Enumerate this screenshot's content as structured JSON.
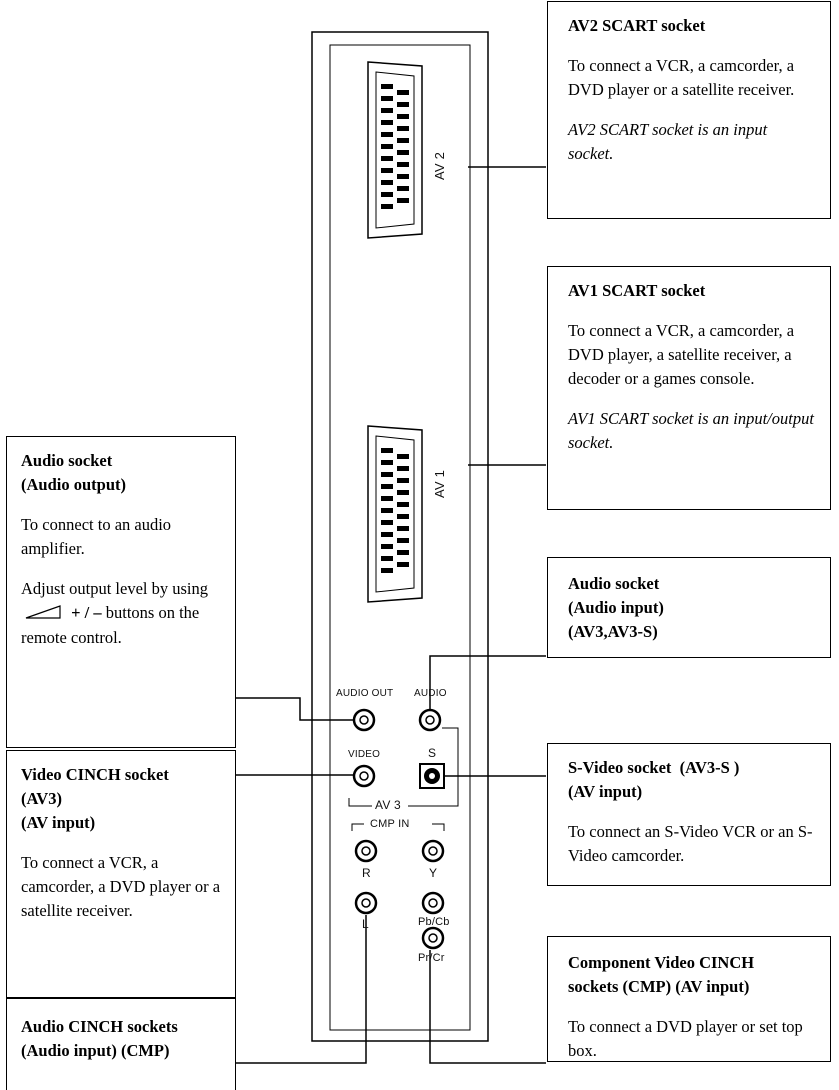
{
  "panel": {
    "av2_label": "AV 2",
    "av1_label": "AV 1",
    "audio_out_label": "AUDIO OUT",
    "audio_label": "AUDIO",
    "video_label": "VIDEO",
    "s_label": "S",
    "av3_label": "AV 3",
    "cmp_in_label": "CMP IN",
    "r_label": "R",
    "l_label": "L",
    "y_label": "Y",
    "pbcb_label": "Pb/Cb",
    "prcr_label": "Pr/Cr"
  },
  "callouts": {
    "av2": {
      "title": "AV2 SCART socket",
      "body": "To connect a VCR, a camcorder, a DVD player or a satellite receiver.",
      "note": "AV2 SCART socket is an input socket."
    },
    "av1": {
      "title": "AV1 SCART socket",
      "body": "To connect a VCR, a camcorder, a DVD player, a satellite receiver, a decoder or a games console.",
      "note": "AV1 SCART socket is an input/output socket."
    },
    "audio_out": {
      "title1": "Audio socket",
      "title2": "(Audio output)",
      "body": "To connect to an audio amplifier.",
      "adjust_pre": "Adjust output level by using",
      "adjust_keys": "+ / –",
      "adjust_post": "buttons on the remote control."
    },
    "audio_in": {
      "title1": "Audio socket",
      "title2": "(Audio input)",
      "title3": "(AV3,AV3-S)"
    },
    "svideo": {
      "title1": "S-Video socket  (AV3-S )",
      "title2": "(AV input)",
      "body": "To connect an S-Video VCR or an S-Video camcorder."
    },
    "video_cinch": {
      "title1": "Video CINCH socket",
      "title2": "(AV3)",
      "title3": "(AV input)",
      "body": "To connect a VCR, a camcorder, a DVD player or a satellite receiver."
    },
    "component": {
      "title1": "Component Video CINCH",
      "title2": "sockets (CMP) (AV input)",
      "body": "To connect a DVD player or set top box."
    },
    "audio_cinch": {
      "title1": "Audio CINCH sockets",
      "title2": "(Audio input) (CMP)"
    }
  }
}
